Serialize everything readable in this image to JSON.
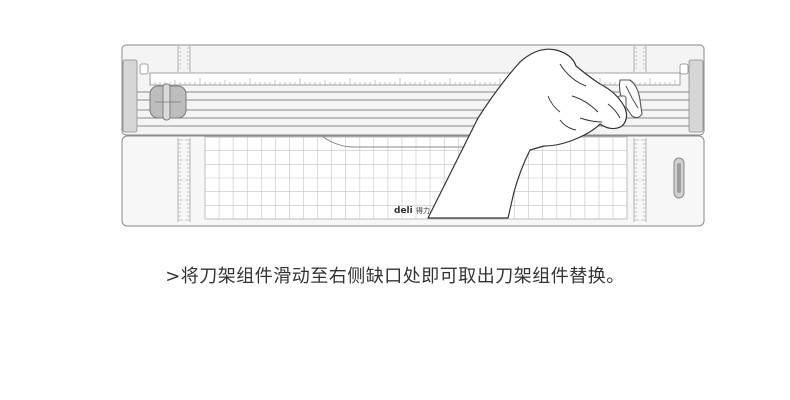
{
  "illustration": {
    "brand_logo": "deli",
    "brand_logo_cn": "得力"
  },
  "caption": {
    "text": ">将刀架组件滑动至右侧缺口处即可取出刀架组件替换。"
  },
  "colors": {
    "outline": "#8a8a8a",
    "rail_fill": "#f4f4f4",
    "body_fill": "#f7f7f7",
    "grid": "#c4c4c4",
    "cutter_fill": "#bdbdbd",
    "text": "#333333"
  }
}
